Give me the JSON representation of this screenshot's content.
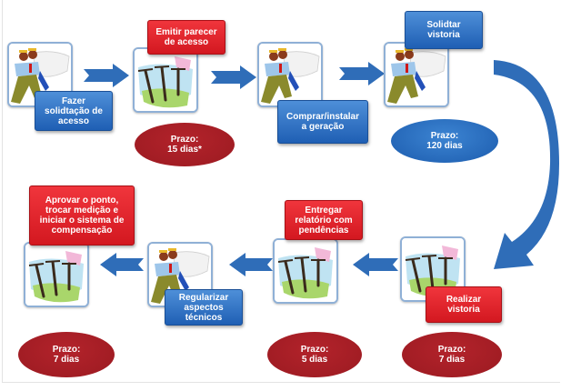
{
  "diagram": {
    "type": "process-flow",
    "colors": {
      "action_blue": "#2a6cc0",
      "action_red": "#e0242b",
      "deadline_red": "#a81e25",
      "deadline_blue": "#2a6cc0",
      "arrow": "#2f6db8"
    },
    "steps": [
      {
        "label": "Fazer\nsolidtação de\nacesso",
        "color": "blue",
        "icon": "workers-icon"
      },
      {
        "label": "Emitir parecer\nde acesso",
        "color": "red",
        "icon": "power-poles-icon",
        "deadline": "Prazo:\n15 dias*"
      },
      {
        "label": "Comprar/instalar\na geração",
        "color": "blue",
        "icon": "workers-icon"
      },
      {
        "label": "Solidtar\nvistoria",
        "color": "blue",
        "icon": "workers-icon",
        "deadline": "Prazo:\n120 dias"
      },
      {
        "label": "Realizar\nvistoria",
        "color": "red",
        "icon": "power-poles-icon",
        "deadline": "Prazo:\n7 dias"
      },
      {
        "label": "Entregar\nrelatório com\npendências",
        "color": "red",
        "icon": "power-poles-icon",
        "deadline": "Prazo:\n5 dias"
      },
      {
        "label": "Regularizar\naspectos\ntécnicos",
        "color": "blue",
        "icon": "workers-icon"
      },
      {
        "label": "Aprovar o ponto,\ntrocar medição e\niniciar o sistema de\ncompensação",
        "color": "red",
        "icon": "power-poles-icon",
        "deadline": "Prazo:\n7 dias"
      }
    ]
  }
}
